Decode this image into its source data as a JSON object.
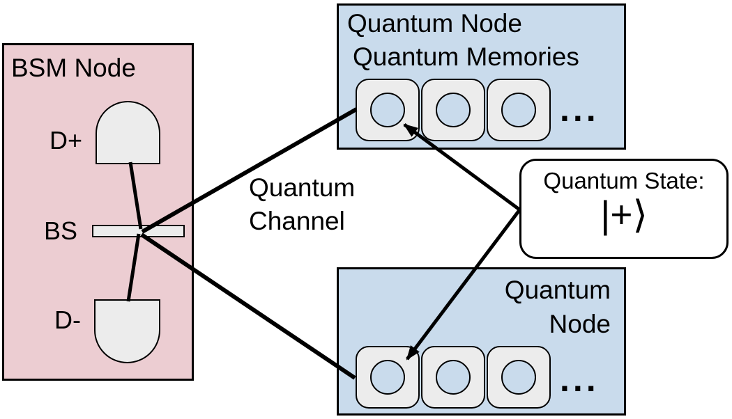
{
  "colors": {
    "bsm_fill": "#eccdd2",
    "node_fill": "#c9dbec",
    "component_fill": "#ececec",
    "callout_fill": "#ffffff",
    "outline": "#000000"
  },
  "bsm_node": {
    "title": "BSM Node",
    "detector_plus_label": "D+",
    "beam_splitter_label": "BS",
    "detector_minus_label": "D-"
  },
  "quantum_channel": {
    "label_line1": "Quantum",
    "label_line2": "Channel"
  },
  "top_quantum_node": {
    "title": "Quantum Node",
    "subtitle": "Quantum Memories",
    "memory_count": 3,
    "ellipsis": "..."
  },
  "bottom_quantum_node": {
    "title_line1": "Quantum",
    "title_line2": "Node",
    "memory_count": 3,
    "ellipsis": "..."
  },
  "quantum_state_callout": {
    "title": "Quantum State:",
    "state": "|+⟩"
  }
}
